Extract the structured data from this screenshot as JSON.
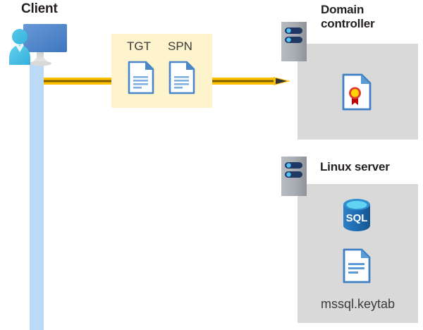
{
  "diagram": {
    "title_client": "Client",
    "title_domain_controller": "Domain controller",
    "title_linux_server": "Linux server",
    "tgt_label": "TGT",
    "spn_label": "SPN",
    "keytab_label": "mssql.keytab",
    "sql_label": "SQL"
  },
  "icons": {
    "client": "client-workstation-user-icon",
    "tgt_document": "document-icon",
    "spn_document": "document-icon",
    "arrow": "arrow-right-icon",
    "dc_server": "server-rack-icon",
    "linux_server": "server-rack-icon",
    "certificate": "certificate-document-icon",
    "sql_database": "sql-database-icon",
    "keytab_document": "document-icon"
  },
  "colors": {
    "highlight_panel": "#FDF3CD",
    "gray_panel": "#D9D9D9",
    "lifeline": "#BCD9F5",
    "arrow_gold": "#FFC000",
    "arrow_core": "#7F6000",
    "arrowhead": "#2E3440",
    "document_blue": "#4A87C8",
    "sql_blue": "#1F6FB5",
    "seal_red": "#D62828",
    "seal_yellow": "#FFD400",
    "text_dark": "#231F20"
  }
}
